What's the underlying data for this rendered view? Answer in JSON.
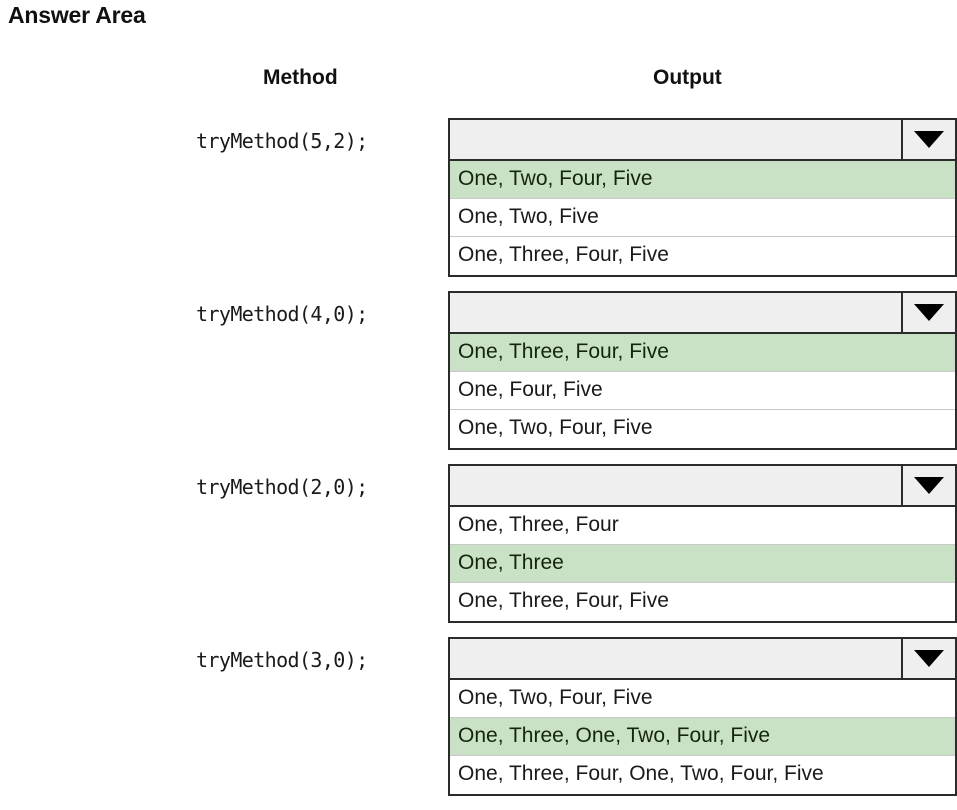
{
  "page": {
    "title": "Answer Area"
  },
  "headers": {
    "method": "Method",
    "output": "Output"
  },
  "icons": {
    "dropdown_arrow": "chevron-down-icon"
  },
  "colors": {
    "selected_option_bg": "#c9e2c6",
    "combo_bg": "#efefef",
    "border": "#2b2b2b",
    "option_divider": "#c9c9c9",
    "text": "#1a1a1a"
  },
  "rows": [
    {
      "method": "tryMethod(5,2);",
      "selected_value": "",
      "options": [
        {
          "label": "One, Two, Four, Five",
          "selected": true
        },
        {
          "label": "One, Two, Five",
          "selected": false
        },
        {
          "label": "One, Three, Four, Five",
          "selected": false
        }
      ]
    },
    {
      "method": "tryMethod(4,0);",
      "selected_value": "",
      "options": [
        {
          "label": "One, Three, Four, Five",
          "selected": true
        },
        {
          "label": "One, Four, Five",
          "selected": false
        },
        {
          "label": "One, Two, Four, Five",
          "selected": false
        }
      ]
    },
    {
      "method": "tryMethod(2,0);",
      "selected_value": "",
      "options": [
        {
          "label": "One, Three, Four",
          "selected": false
        },
        {
          "label": "One, Three",
          "selected": true
        },
        {
          "label": "One, Three, Four, Five",
          "selected": false
        }
      ]
    },
    {
      "method": "tryMethod(3,0);",
      "selected_value": "",
      "options": [
        {
          "label": "One, Two, Four, Five",
          "selected": false
        },
        {
          "label": "One, Three, One, Two, Four, Five",
          "selected": true
        },
        {
          "label": "One, Three, Four, One, Two, Four, Five",
          "selected": false
        }
      ]
    }
  ]
}
